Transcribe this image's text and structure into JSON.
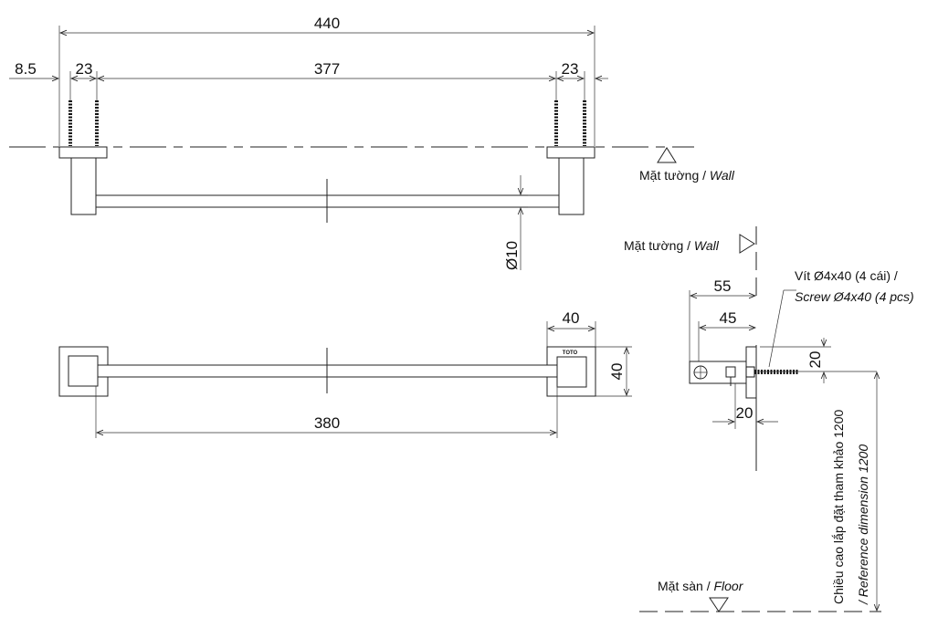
{
  "dimensions": {
    "overall_length": "440",
    "offset": "8.5",
    "bracket_left": "23",
    "screw_spacing": "377",
    "bracket_right": "23",
    "rod_diameter": "Ø10",
    "base_width": "40",
    "base_height": "40",
    "bar_length": "380",
    "side_depth": "55",
    "side_depth_inner": "45",
    "side_offset_vertical": "20",
    "side_offset_horizontal": "20"
  },
  "labels": {
    "wall_top_vi": "Mặt tường / ",
    "wall_top_en": "Wall",
    "wall_side_vi": "Mặt tường / ",
    "wall_side_en": "Wall",
    "screw_vi": "Vít Ø4x40 (4 cái) /",
    "screw_en": "Screw Ø4x40 (4 pcs)",
    "height_vi": "Chiều cao lắp đặt tham khảo 1200",
    "height_en": "/ Reference dimension 1200",
    "floor_vi": "Mặt sàn / ",
    "floor_en": "Floor",
    "brand": "TOTO"
  },
  "icons": {
    "wall_marker": "triangle-marker-icon",
    "floor_marker": "triangle-marker-icon"
  }
}
